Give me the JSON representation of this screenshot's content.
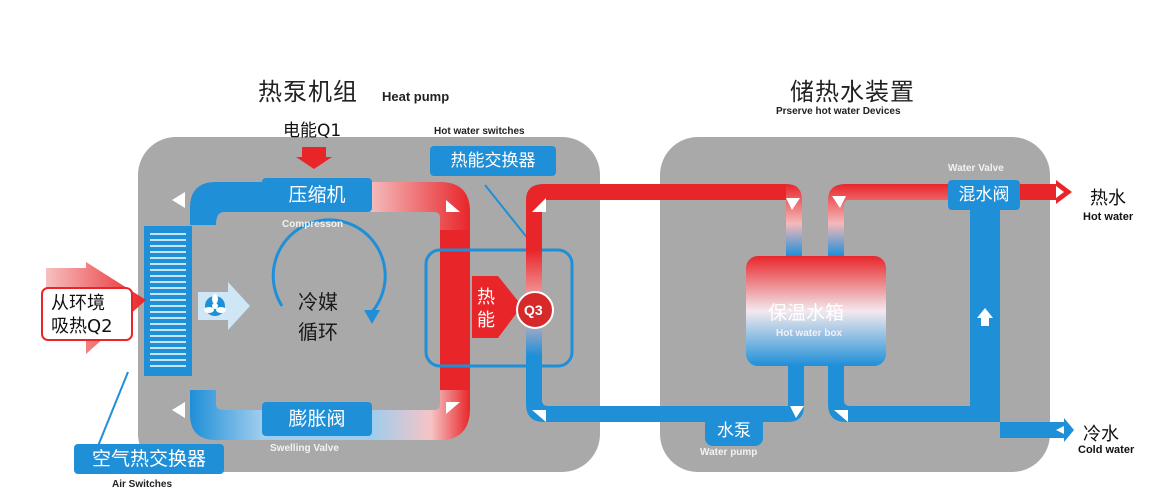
{
  "heat_pump": {
    "title_cn": "热泵机组",
    "title_en": "Heat pump",
    "power_input": "电能Q1",
    "compressor_cn": "压缩机",
    "compressor_en": "Compresson",
    "refrigerant_cycle": "冷媒循环",
    "refrigerant_cycle_l1": "冷媒",
    "refrigerant_cycle_l2": "循环",
    "expansion_valve_cn": "膨胀阀",
    "expansion_valve_en": "Swelling Valve",
    "ambient_heat_l1": "从环境",
    "ambient_heat_l2": "吸热Q2",
    "air_exchanger_cn": "空气热交换器",
    "air_exchanger_en": "Air Switches",
    "heat_exchanger_en": "Hot water switches",
    "heat_exchanger_cn": "热能交换器",
    "heat_energy_l1": "热",
    "heat_energy_l2": "能",
    "q3": "Q3"
  },
  "storage": {
    "title_cn": "储热水装置",
    "title_en": "Prserve hot water Devices",
    "tank_cn": "保温水箱",
    "tank_en": "Hot water box",
    "mixing_valve_en": "Water Valve",
    "mixing_valve_cn": "混水阀",
    "pump_cn": "水泵",
    "pump_en": "Water pump",
    "hot_out_cn": "热水",
    "hot_out_en": "Hot water",
    "cold_in_cn": "冷水",
    "cold_in_en": "Cold water"
  },
  "colors": {
    "panel": "#a9a9a9",
    "hot": "#e8262a",
    "cold": "#1f8fd8",
    "label_box": "#1f8fd8"
  }
}
